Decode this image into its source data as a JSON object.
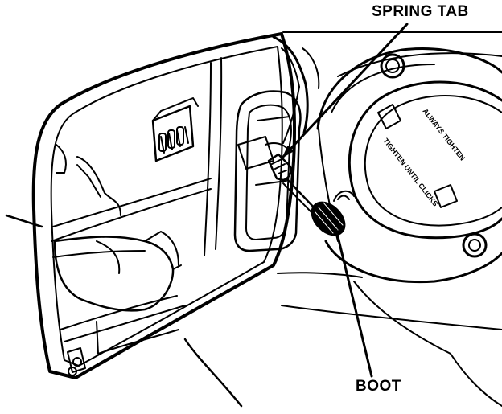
{
  "labels": {
    "spring_tab": "SPRING TAB",
    "boot": "BOOT"
  },
  "cap_text": {
    "line1": "TIGHTEN UNTIL CLICKS",
    "line2": "ALWAYS TIGHTEN"
  },
  "colors": {
    "ink": "#000000",
    "paper": "#ffffff"
  }
}
